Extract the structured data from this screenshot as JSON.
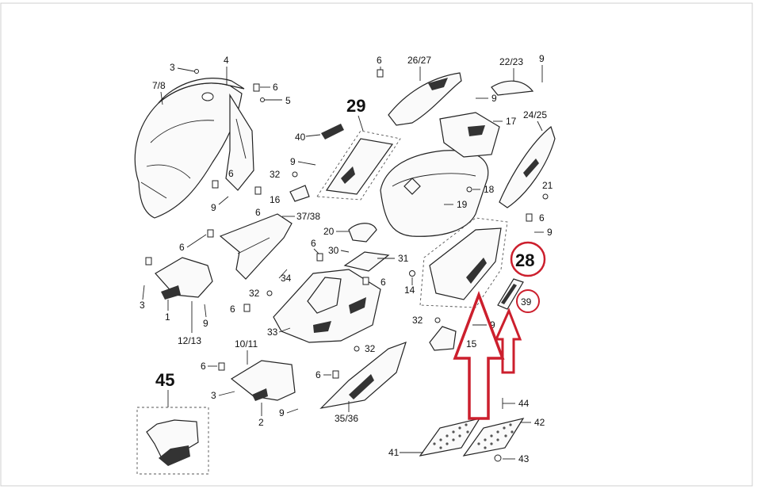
{
  "diagram": {
    "callouts": {
      "c_3a": "3",
      "c_4": "4",
      "c_78": "7/8",
      "c_6a": "6",
      "c_5": "5",
      "c_6b": "6",
      "c_9a": "9",
      "c_6c": "6",
      "c_6d": "6",
      "c_3b": "3",
      "c_1": "1",
      "c_9b": "9",
      "c_1213": "12/13",
      "c_6e": "6",
      "c_2627": "26/27",
      "c_9c": "9",
      "c_2223": "22/23",
      "c_9d": "9",
      "c_29": "29",
      "c_40": "40",
      "c_17": "17",
      "c_2425": "24/25",
      "c_9e": "9",
      "c_32a": "32",
      "c_16": "16",
      "c_18": "18",
      "c_19": "19",
      "c_21": "21",
      "c_6f": "6",
      "c_9f": "9",
      "c_3738": "37/38",
      "c_20": "20",
      "c_6g": "6",
      "c_30": "30",
      "c_31": "31",
      "c_28": "28",
      "c_34": "34",
      "c_6h": "6",
      "c_32b": "32",
      "c_14": "14",
      "c_39": "39",
      "c_6i": "6",
      "c_33": "33",
      "c_32c": "32",
      "c_9g": "9",
      "c_15": "15",
      "c_1011": "10/11",
      "c_32d": "32",
      "c_6j": "6",
      "c_6k": "6",
      "c_45": "45",
      "c_3c": "3",
      "c_2": "2",
      "c_9h": "9",
      "c_3536": "35/36",
      "c_44": "44",
      "c_42": "42",
      "c_41": "41",
      "c_43": "43"
    },
    "highlight_color": "#cc1f2d"
  }
}
